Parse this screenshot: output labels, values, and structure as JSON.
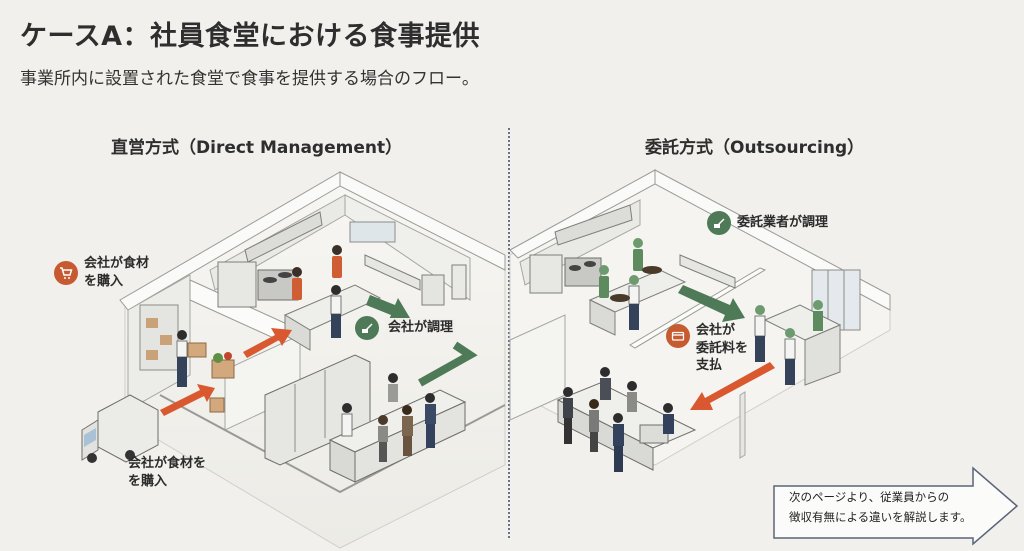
{
  "page": {
    "title": "ケースA：社員食堂における食事提供",
    "subtitle": "事業所内に設置された食堂で食事を提供する場合のフロー。"
  },
  "sections": {
    "direct": {
      "heading": "直営方式（Direct Management）",
      "labels": {
        "purchase_top": {
          "icon": "shopping-cart-icon",
          "color": "#c65a30",
          "text": "会社が食材\nを購入"
        },
        "cooking": {
          "icon": "cooking-icon",
          "color": "#4f7a57",
          "text": "会社が調理"
        },
        "purchase_bottom": {
          "text": "会社が食材を\nを購入"
        }
      }
    },
    "outsourcing": {
      "heading": "委託方式（Outsourcing）",
      "labels": {
        "cooking": {
          "icon": "cooking-icon",
          "color": "#4f7a57",
          "text": "委託業者が調理"
        },
        "payment": {
          "icon": "credit-card-icon",
          "color": "#c65a30",
          "text": "会社が\n委託料を\n支払"
        }
      }
    }
  },
  "next_page_note": "次のページより、従業員からの\n徴収有無による違いを解説します。",
  "colors": {
    "accent_orange": "#c65a30",
    "accent_green": "#4f7a57",
    "background": "#f1f0ec",
    "divider": "#6b7388"
  }
}
